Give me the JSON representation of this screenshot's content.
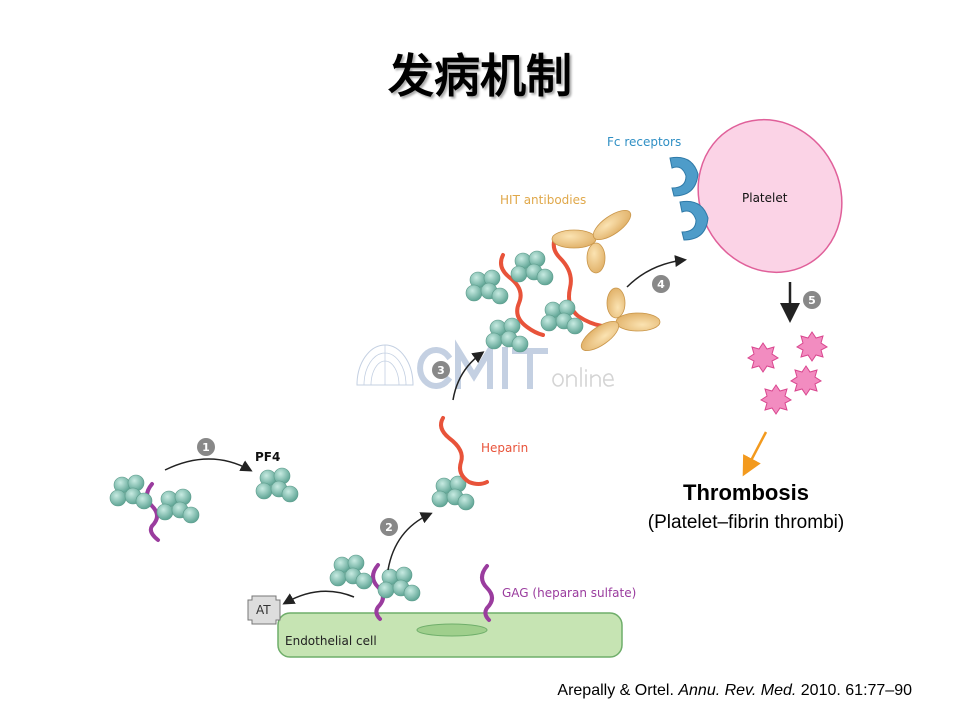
{
  "title": "发病机制",
  "diagram": {
    "labels": {
      "fc_receptors": "Fc receptors",
      "platelet": "Platelet",
      "hit_antibodies": "HIT antibodies",
      "heparin": "Heparin",
      "pf4": "PF4",
      "at": "AT",
      "gag": "GAG (heparan sulfate)",
      "endothelial": "Endothelial cell"
    },
    "steps": [
      "1",
      "2",
      "3",
      "4",
      "5"
    ],
    "watermark": "CMIT Online",
    "colors": {
      "pf4": "#7fbfae",
      "heparin": "#e8533a",
      "gag": "#9a3c9e",
      "antibody": "#f0c77d",
      "platelet": "#fbd3e6",
      "receptor": "#4e9cc9",
      "cell": "#c6e4b3",
      "arrow_orange": "#f39a1e"
    }
  },
  "outcome": {
    "title": "Thrombosis",
    "subtitle": "(Platelet–fibrin thrombi)"
  },
  "citation": {
    "authors": "Arepally & Ortel.",
    "journal": "Annu. Rev. Med.",
    "ref": "2010. 61:77–90"
  }
}
